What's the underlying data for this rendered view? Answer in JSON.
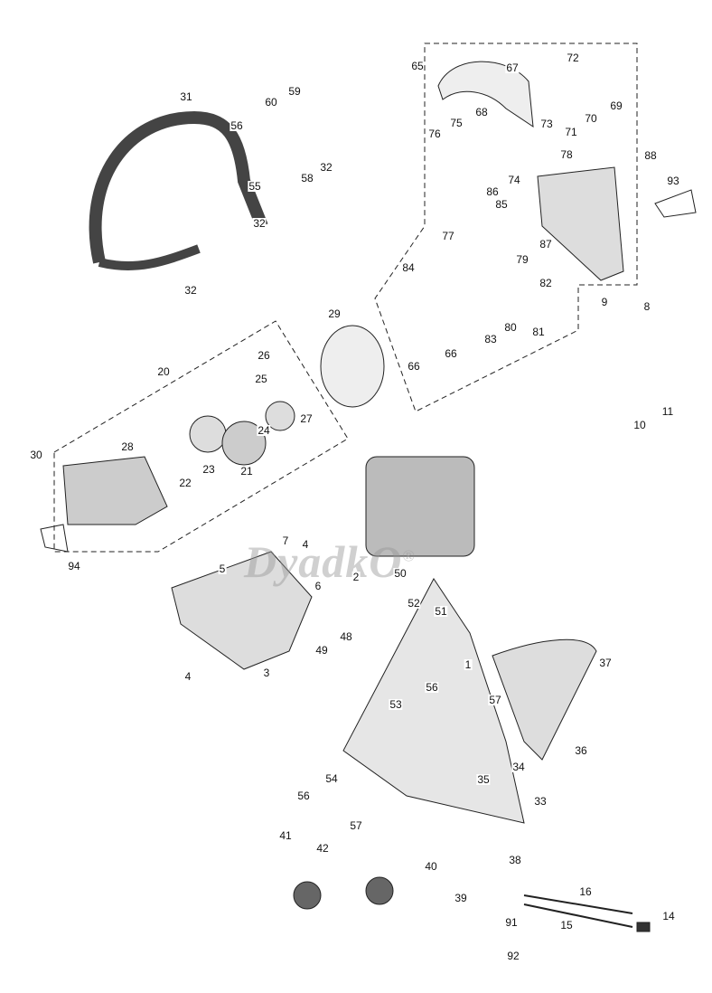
{
  "watermark": {
    "text": "DyadkO",
    "mark": "®"
  },
  "part_labels": [
    "65",
    "67",
    "72",
    "73",
    "31",
    "60",
    "59",
    "56",
    "68",
    "75",
    "76",
    "71",
    "70",
    "69",
    "78",
    "88",
    "93",
    "32",
    "55",
    "58",
    "74",
    "86",
    "85",
    "87",
    "77",
    "32",
    "79",
    "82",
    "84",
    "32",
    "29",
    "9",
    "8",
    "80",
    "83",
    "81",
    "66",
    "66",
    "26",
    "20",
    "25",
    "27",
    "11",
    "10",
    "24",
    "28",
    "21",
    "30",
    "22",
    "23",
    "94",
    "7",
    "4",
    "5",
    "6",
    "2",
    "50",
    "52",
    "51",
    "48",
    "49",
    "4",
    "3",
    "1",
    "37",
    "53",
    "56",
    "57",
    "34",
    "36",
    "35",
    "54",
    "56",
    "33",
    "57",
    "41",
    "42",
    "38",
    "40",
    "39",
    "16",
    "91",
    "14",
    "15",
    "92"
  ]
}
